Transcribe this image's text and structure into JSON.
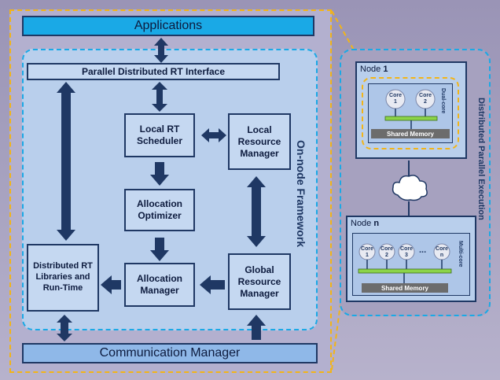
{
  "colors": {
    "applications_bg": "#1aa9e6",
    "comm_bg": "#8fb8e8",
    "box_bg": "#c5d8f1",
    "box_border": "#1f3864",
    "arrow": "#1f3864",
    "dashed_orange": "#f2b418",
    "dashed_blue": "#1aa9e6",
    "framework_bg": "#b9cfec",
    "node_bg": "#b9cfec",
    "bus": "#8bd448",
    "memory_bg": "#6c6c6c"
  },
  "applications": {
    "label": "Applications"
  },
  "interface": {
    "label": "Parallel Distributed RT Interface"
  },
  "scheduler": {
    "label": "Local RT Scheduler"
  },
  "local_rm": {
    "label": "Local Resource Manager"
  },
  "optimizer": {
    "label": "Allocation Optimizer"
  },
  "alloc_manager": {
    "label": "Allocation Manager"
  },
  "global_rm": {
    "label": "Global Resource Manager"
  },
  "libraries": {
    "label": "Distributed RT Libraries and Run-Time"
  },
  "comm": {
    "label": "Communication Manager"
  },
  "framework_label": "On-node Framework",
  "distributed_label": "Distributed Parallel Execution",
  "node1": {
    "prefix": "Node ",
    "id": "1",
    "cores": [
      "Core 1",
      "Core 2"
    ],
    "type_label": "Dual-core",
    "memory": "Shared Memory"
  },
  "noden": {
    "prefix": "Node ",
    "id": "n",
    "cores": [
      "Core 1",
      "Core 2",
      "Core 3",
      "Core n"
    ],
    "ellipsis": "...",
    "type_label": "Multi-core",
    "memory": "Shared Memory"
  }
}
